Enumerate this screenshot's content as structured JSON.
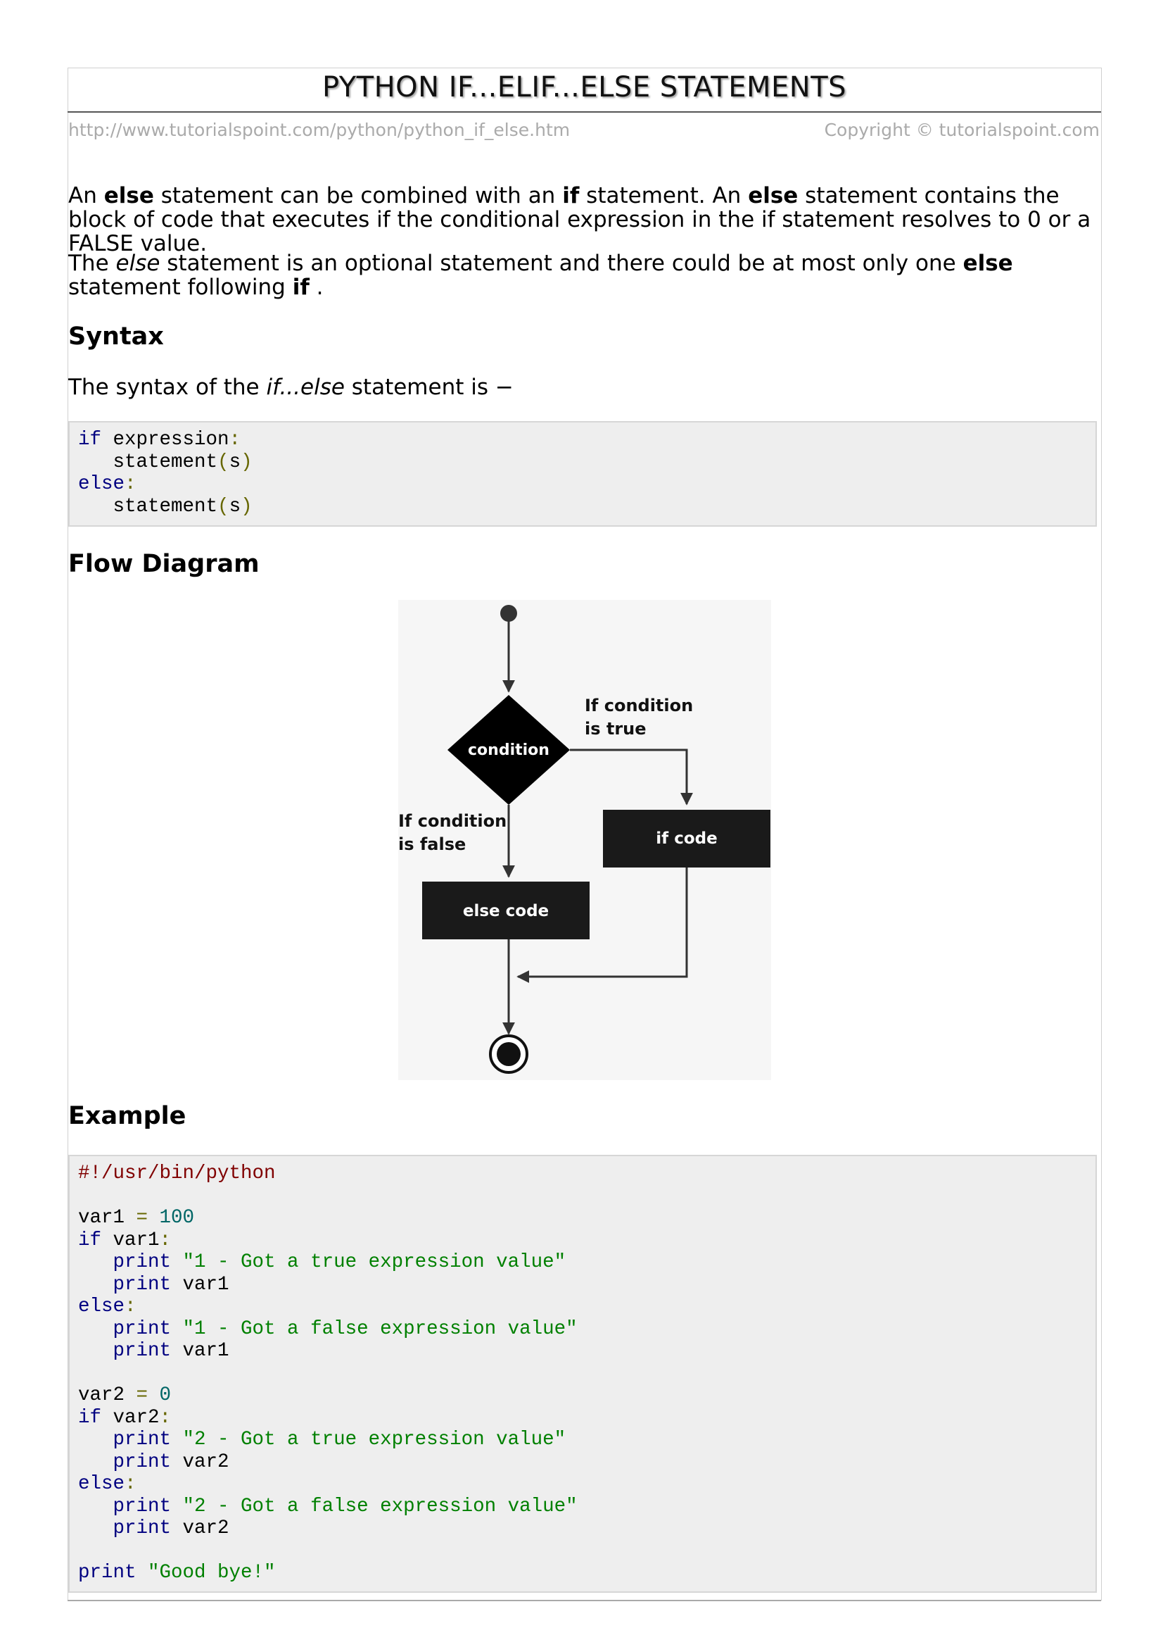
{
  "header": {
    "title": "PYTHON IF...ELIF...ELSE STATEMENTS",
    "url": "http://www.tutorialspoint.com/python/python_if_else.htm",
    "copyright": "Copyright © tutorialspoint.com"
  },
  "intro": {
    "p1": {
      "t1": "An ",
      "b1": "else",
      "t2": " statement can be combined with an ",
      "b2": "if",
      "t3": " statement. An ",
      "b3": "else",
      "t4": " statement contains the block of code that executes if the conditional expression in the if statement resolves to 0 or a FALSE value."
    },
    "p2": {
      "t1": "The ",
      "i1": "else",
      "t2": " statement is an optional statement and there could be at most only one ",
      "b1": "else",
      "t3": " statement following ",
      "b2": "if",
      "t4": " ."
    }
  },
  "syntax": {
    "heading": "Syntax",
    "intro": {
      "t1": "The syntax of the ",
      "i1": "if...else",
      "t2": " statement is −"
    },
    "code": {
      "l1_kw": "if",
      "l1_rest": " expression",
      "l1_colon": ":",
      "l2_a": "   statement",
      "l2_b": "(",
      "l2_c": "s",
      "l2_d": ")",
      "l3_kw": "else",
      "l3_colon": ":",
      "l4_a": "   statement",
      "l4_b": "(",
      "l4_c": "s",
      "l4_d": ")"
    }
  },
  "flow": {
    "heading": "Flow Diagram",
    "condition": "condition",
    "true_label_1": "If condition",
    "true_label_2": "is true",
    "false_label_1": "If condition",
    "false_label_2": "is false",
    "if_code": "if code",
    "else_code": "else code"
  },
  "example": {
    "heading": "Example",
    "shebang": "#!/usr/bin/python",
    "var1_name": "var1",
    "eq": " = ",
    "var1_val": "100",
    "if_kw": "if",
    "var1_ref": " var1",
    "colon": ":",
    "print_kw": "print",
    "s1_true": " \"1 - Got a true expression value\"",
    "s1_false": " \"1 - Got a false expression value\"",
    "pv1": " var1",
    "else_kw": "else",
    "var2_name": "var2",
    "var2_val": "0",
    "var2_ref": " var2",
    "s2_true": " \"2 - Got a true expression value\"",
    "s2_false": " \"2 - Got a false expression value\"",
    "pv2": " var2",
    "goodbye": " \"Good bye!\""
  }
}
